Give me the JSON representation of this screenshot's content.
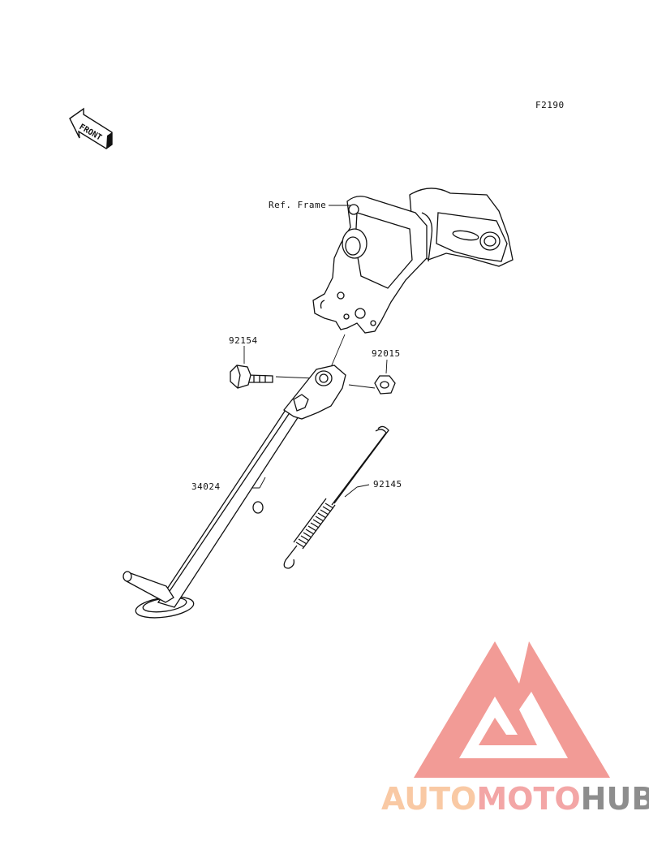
{
  "figure_code": "F2190",
  "front_marker": "FRONT",
  "reference": "Ref. Frame",
  "part_labels": {
    "bolt": "92154",
    "nut": "92015",
    "stand": "34024",
    "spring": "92145"
  },
  "watermark": {
    "part1": "AUTO",
    "part2": "MOTO",
    "part3": "HUB",
    "colors": {
      "triangle": "#f29b96",
      "auto": "#f9c9a4",
      "moto": "#f3a6a6",
      "hub": "#8d8d8d"
    }
  }
}
